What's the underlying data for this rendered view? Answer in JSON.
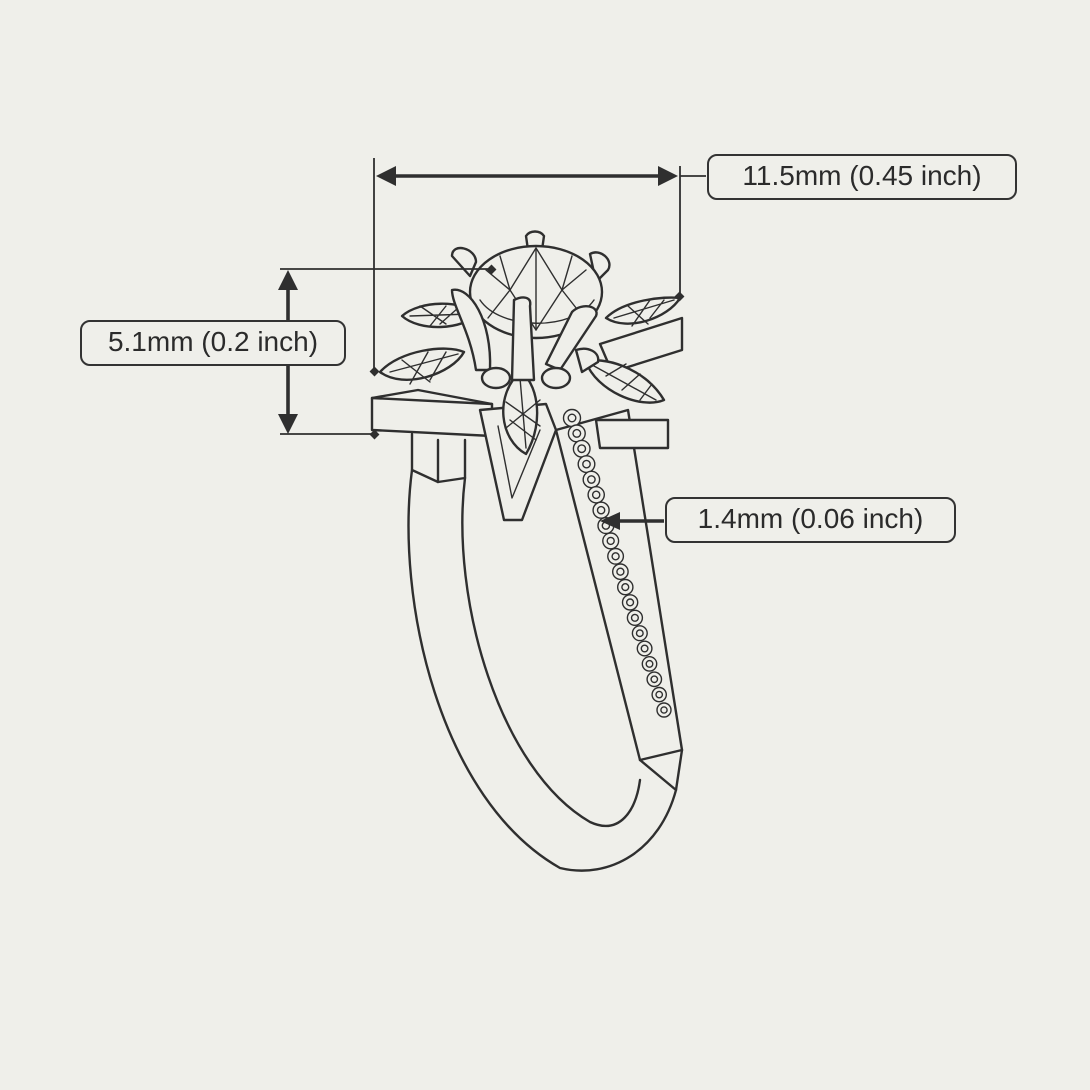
{
  "dimensions": {
    "width": {
      "label": "11.5mm (0.45 inch)"
    },
    "height": {
      "label": "5.1mm (0.2 inch)"
    },
    "band": {
      "label": "1.4mm (0.06 inch)"
    }
  },
  "colors": {
    "background": "#efefea",
    "ink": "#2f2f2f"
  }
}
